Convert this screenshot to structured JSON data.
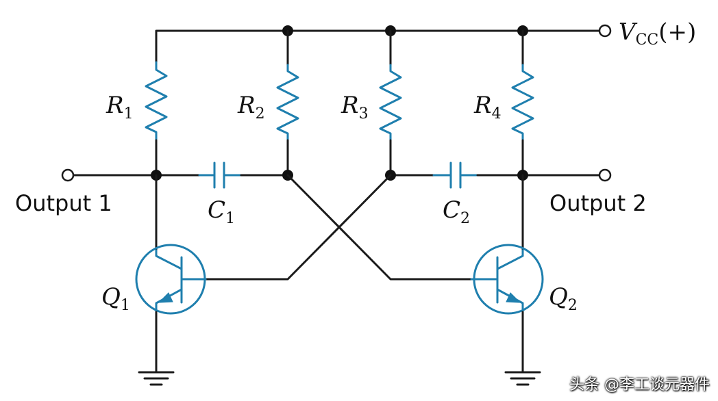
{
  "supply": {
    "main": "V",
    "sub": "CC",
    "suffix": "(+)"
  },
  "resistors": [
    {
      "main": "R",
      "sub": "1"
    },
    {
      "main": "R",
      "sub": "2"
    },
    {
      "main": "R",
      "sub": "3"
    },
    {
      "main": "R",
      "sub": "4"
    }
  ],
  "capacitors": [
    {
      "main": "C",
      "sub": "1"
    },
    {
      "main": "C",
      "sub": "2"
    }
  ],
  "transistors": [
    {
      "main": "Q",
      "sub": "1"
    },
    {
      "main": "Q",
      "sub": "2"
    }
  ],
  "outputs": [
    "Output 1",
    "Output 2"
  ],
  "watermark": "头条 @李工谈元器件",
  "colors": {
    "wire": "#1b1b1b",
    "component": "#1f7fae"
  }
}
